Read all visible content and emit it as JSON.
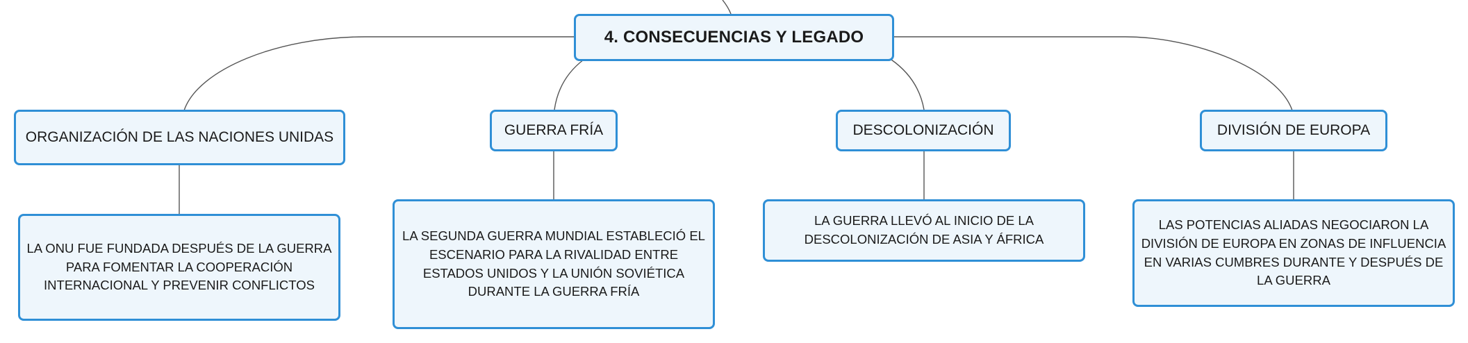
{
  "root": {
    "label": "4. CONSECUENCIAS Y LEGADO"
  },
  "branches": [
    {
      "title": "ORGANIZACIÓN DE LAS NACIONES UNIDAS",
      "detail": "LA ONU FUE FUNDADA DESPUÉS DE LA GUERRA PARA FOMENTAR LA COOPERACIÓN INTERNACIONAL Y PREVENIR CONFLICTOS"
    },
    {
      "title": "GUERRA FRÍA",
      "detail": "LA SEGUNDA GUERRA MUNDIAL ESTABLECIÓ EL ESCENARIO PARA LA RIVALIDAD ENTRE ESTADOS UNIDOS Y LA UNIÓN SOVIÉTICA DURANTE LA GUERRA FRÍA"
    },
    {
      "title": "DESCOLONIZACIÓN",
      "detail": "LA GUERRA LLEVÓ AL INICIO DE LA DESCOLONIZACIÓN DE ASIA Y ÁFRICA"
    },
    {
      "title": "DIVISIÓN DE EUROPA",
      "detail": "LAS POTENCIAS ALIADAS NEGOCIARON LA DIVISIÓN DE EUROPA EN ZONAS DE INFLUENCIA EN VARIAS CUMBRES DURANTE Y DESPUÉS DE LA GUERRA"
    }
  ],
  "colors": {
    "node_border": "#2f8fd6",
    "node_fill": "#eef6fc",
    "connector": "#555555",
    "text": "#1a1a1a"
  }
}
